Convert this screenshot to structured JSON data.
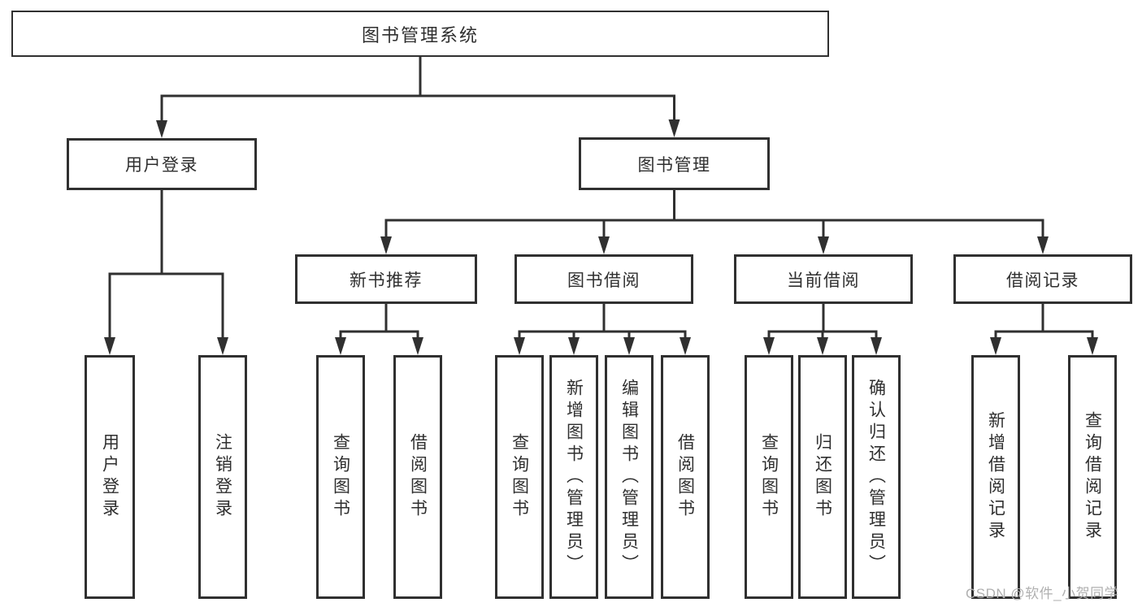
{
  "colors": {
    "line": "#303030",
    "box_border": "#303030",
    "text": "#2f2f2f",
    "background": "#ffffff",
    "watermark_text": "#b0b0b0"
  },
  "watermark": {
    "text": "CSDN @软件_小贺同学"
  },
  "diagram": {
    "title": "图书管理系统",
    "nodes": [
      {
        "id": "root",
        "label": "图书管理系统",
        "parent": null,
        "orientation": "horizontal"
      },
      {
        "id": "user-login",
        "label": "用户登录",
        "parent": "root",
        "orientation": "horizontal"
      },
      {
        "id": "book-management",
        "label": "图书管理",
        "parent": "root",
        "orientation": "horizontal"
      },
      {
        "id": "new-book-recommend",
        "label": "新书推荐",
        "parent": "book-management",
        "orientation": "horizontal"
      },
      {
        "id": "book-borrowing",
        "label": "图书借阅",
        "parent": "book-management",
        "orientation": "horizontal"
      },
      {
        "id": "current-borrowing",
        "label": "当前借阅",
        "parent": "book-management",
        "orientation": "horizontal"
      },
      {
        "id": "borrowing-records",
        "label": "借阅记录",
        "parent": "book-management",
        "orientation": "horizontal"
      },
      {
        "id": "leaf-user-login",
        "label": "用户登录",
        "parent": "user-login",
        "orientation": "vertical"
      },
      {
        "id": "leaf-logout",
        "label": "注销登录",
        "parent": "user-login",
        "orientation": "vertical"
      },
      {
        "id": "leaf-query-book-1",
        "label": "查询图书",
        "parent": "new-book-recommend",
        "orientation": "vertical"
      },
      {
        "id": "leaf-borrow-book-1",
        "label": "借阅图书",
        "parent": "new-book-recommend",
        "orientation": "vertical"
      },
      {
        "id": "leaf-query-book-2",
        "label": "查询图书",
        "parent": "book-borrowing",
        "orientation": "vertical"
      },
      {
        "id": "leaf-add-book-admin",
        "label": "新增图书（管理员）",
        "parent": "book-borrowing",
        "orientation": "vertical"
      },
      {
        "id": "leaf-edit-book-admin",
        "label": "编辑图书（管理员）",
        "parent": "book-borrowing",
        "orientation": "vertical"
      },
      {
        "id": "leaf-borrow-book-2",
        "label": "借阅图书",
        "parent": "book-borrowing",
        "orientation": "vertical"
      },
      {
        "id": "leaf-query-book-3",
        "label": "查询图书",
        "parent": "current-borrowing",
        "orientation": "vertical"
      },
      {
        "id": "leaf-return-book",
        "label": "归还图书",
        "parent": "current-borrowing",
        "orientation": "vertical"
      },
      {
        "id": "leaf-confirm-return-admin",
        "label": "确认归还（管理员）",
        "parent": "current-borrowing",
        "orientation": "vertical"
      },
      {
        "id": "leaf-add-borrow-record",
        "label": "新增借阅记录",
        "parent": "borrowing-records",
        "orientation": "vertical"
      },
      {
        "id": "leaf-query-borrow-record",
        "label": "查询借阅记录",
        "parent": "borrowing-records",
        "orientation": "vertical"
      }
    ]
  }
}
